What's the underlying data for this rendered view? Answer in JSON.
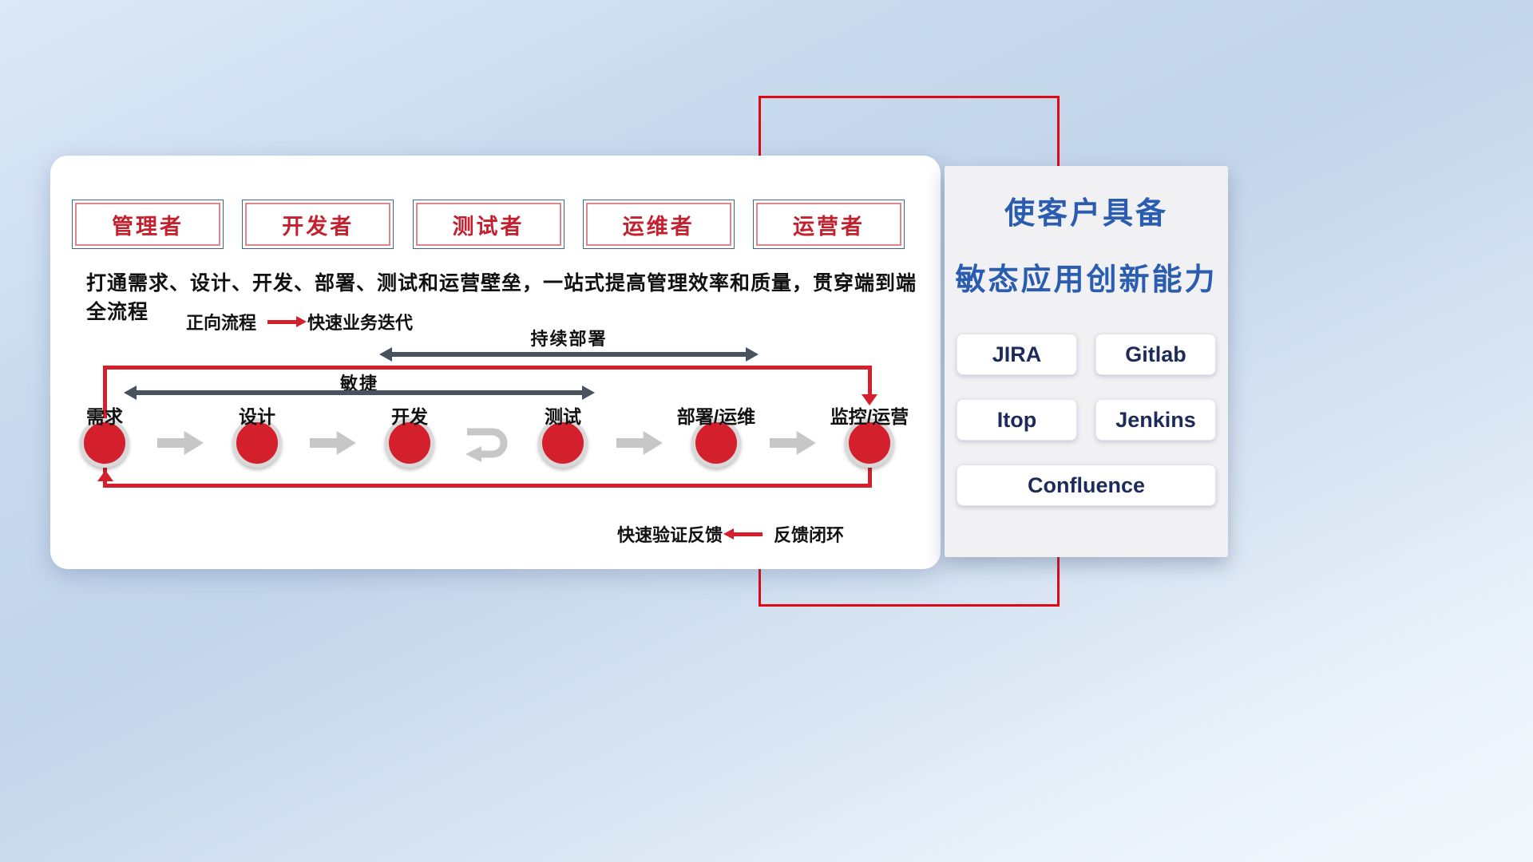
{
  "colors": {
    "frame_red": "#e30613",
    "accent_red": "#d41f2c",
    "title_blue": "#2a5caf",
    "tool_text_navy": "#1c2b5a",
    "dark_arrow": "#49525f",
    "gray_arrow": "#c7c7c7"
  },
  "roles": [
    {
      "label": "管理者"
    },
    {
      "label": "开发者"
    },
    {
      "label": "测试者"
    },
    {
      "label": "运维者"
    },
    {
      "label": "运营者"
    }
  ],
  "description": "打通需求、设计、开发、部署、测试和运营壁垒，一站式提高管理效率和质量，贯穿端到端全流程",
  "legends": {
    "forward": {
      "name": "正向流程",
      "desc": "快速业务迭代"
    },
    "feedback": {
      "desc": "快速验证反馈",
      "name": "反馈闭环"
    }
  },
  "flow": {
    "continuous_deploy_label": "持续部署",
    "agile_label": "敏捷",
    "stages": [
      {
        "label": "需求"
      },
      {
        "label": "设计"
      },
      {
        "label": "开发"
      },
      {
        "label": "测试"
      },
      {
        "label": "部署/运维"
      },
      {
        "label": "监控/运营"
      }
    ]
  },
  "side_panel": {
    "title_line1": "使客户具备",
    "title_line2": "敏态应用创新能力",
    "tools": [
      {
        "label": "JIRA"
      },
      {
        "label": "Gitlab"
      },
      {
        "label": "Itop"
      },
      {
        "label": "Jenkins"
      },
      {
        "label": "Confluence"
      }
    ]
  }
}
